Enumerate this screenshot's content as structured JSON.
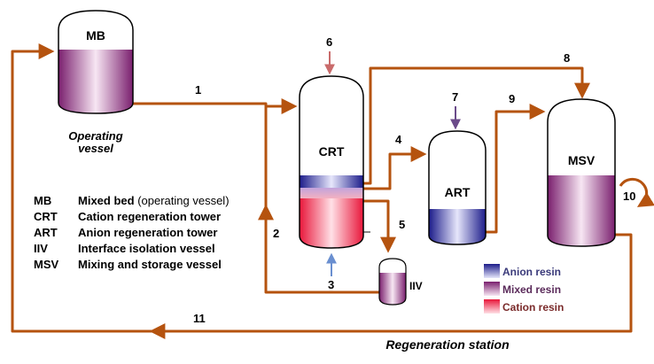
{
  "vessels": {
    "mb": "MB",
    "crt": "CRT",
    "art": "ART",
    "msv": "MSV",
    "iiv": "IIV"
  },
  "operating_vessel_caption": [
    "Operating",
    "vessel"
  ],
  "stream_numbers": [
    "1",
    "2",
    "3",
    "4",
    "5",
    "6",
    "7",
    "8",
    "9",
    "10",
    "11"
  ],
  "abbreviations": [
    {
      "abbr": "MB",
      "bold_desc": "Mixed bed",
      "desc_suffix": " (operating vessel)"
    },
    {
      "abbr": "CRT",
      "bold_desc": "Cation regeneration tower",
      "desc_suffix": ""
    },
    {
      "abbr": "ART",
      "bold_desc": "Anion regeneration tower",
      "desc_suffix": ""
    },
    {
      "abbr": "IIV",
      "bold_desc": "Interface isolation vessel",
      "desc_suffix": ""
    },
    {
      "abbr": "MSV",
      "bold_desc": "Mixing and storage vessel",
      "desc_suffix": ""
    }
  ],
  "legend": [
    {
      "label": "Anion resin",
      "swatch": "anion"
    },
    {
      "label": "Mixed resin",
      "swatch": "mixed"
    },
    {
      "label": "Cation resin",
      "swatch": "cation"
    }
  ],
  "regeneration_station": "Regeneration station",
  "colors": {
    "pipe": "#b5530f",
    "stream6": "#c96b6b",
    "stream7": "#6b4b8a",
    "stream3": "#6a8fd0",
    "vessel_outline": "#000000"
  }
}
